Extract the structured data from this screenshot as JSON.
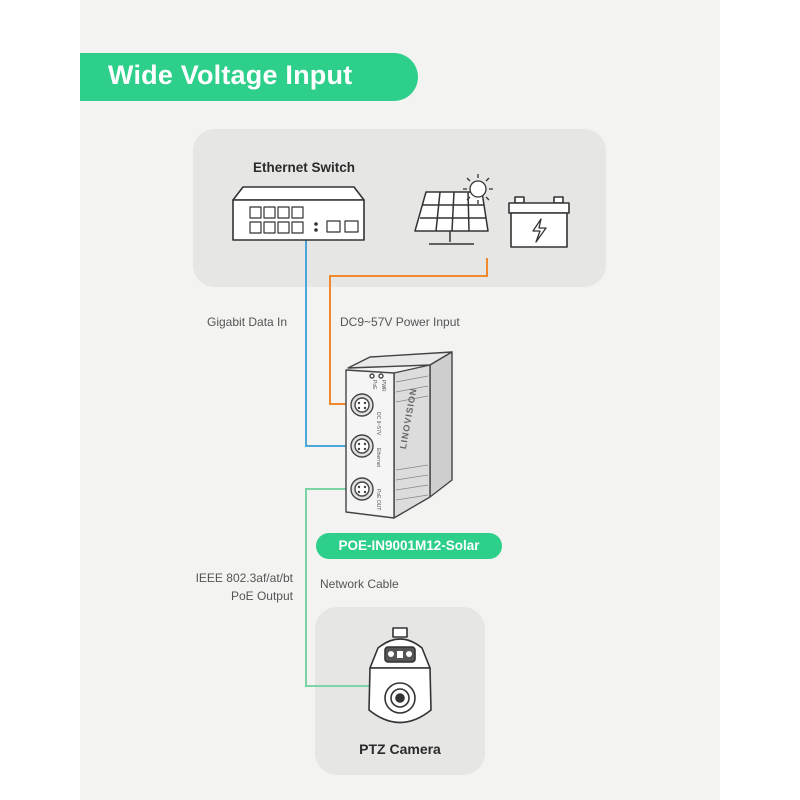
{
  "title": "Wide Voltage Input",
  "nodes": {
    "switch_label": "Ethernet Switch",
    "camera_label": "PTZ Camera",
    "model_label": "POE-IN9001M12-Solar",
    "device_brand": "LINOVISION"
  },
  "port_labels": {
    "dc_in": "DC 9~57V",
    "ethernet": "Ethernet",
    "poe_out": "PoE OUT",
    "pwr": "PWR",
    "poe": "PoE"
  },
  "connections": {
    "data_in": "Gigabit Data In",
    "power_in": "DC9~57V Power Input",
    "poe_out_line1": "IEEE 802.3af/at/bt",
    "poe_out_line2": "PoE Output",
    "network_cable": "Network Cable"
  },
  "colors": {
    "accent": "#2dcf8a",
    "data_line": "#4aa7d6",
    "power_line": "#f08a2c",
    "poe_line": "#7cd4a4",
    "panel": "#f3f3f2",
    "box": "#e6e6e5"
  },
  "icons": [
    "ethernet-switch-icon",
    "solar-panel-icon",
    "sun-icon",
    "battery-icon",
    "poe-injector-device",
    "ptz-camera-icon"
  ]
}
